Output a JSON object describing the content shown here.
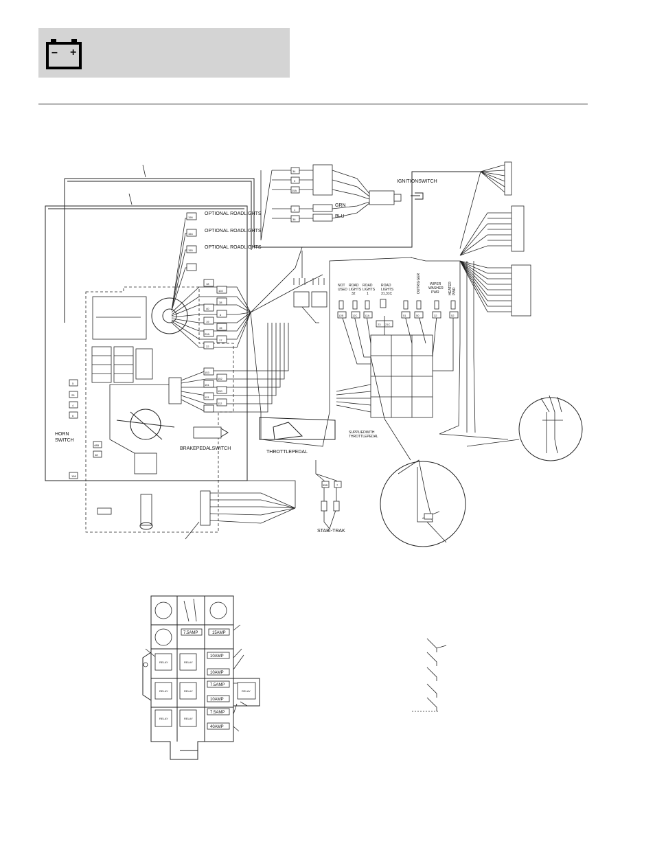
{
  "header": {
    "icon": "battery-icon",
    "battery_minus": "–",
    "battery_plus": "+"
  },
  "diagram": {
    "ignition_switch": "IGNITIONSWITCH",
    "grn": "GRN",
    "blu": "BLU",
    "optional_roadlights_1": "OPTIONAL ROADLIGHTS",
    "optional_roadlights_2": "OPTIONAL ROADLIGHTS",
    "optional_roadlights_3": "OPTIONAL ROADLIGHTS",
    "horn_switch_line1": "HORN",
    "horn_switch_line2": "SWITCH",
    "brake_pedal_switch": "BRAKEPEDALSWITCH",
    "throttle_pedal": "THROTTLEPEDAL",
    "supplied_with_1": "SUPPLIEDWITH",
    "supplied_with_2": "THROTTLEPEDAL",
    "stabi_trak": "STABI-TRAK",
    "not_used_1": "NOT",
    "not_used_2": "USED",
    "road_lights_32_1": "ROAD",
    "road_lights_32_2": "LIGHTS",
    "road_lights_32_3": "32",
    "road_lights_1_1": "ROAD",
    "road_lights_1_2": "LIGHTS",
    "road_lights_1_3": "1",
    "road_lights_31_1": "ROAD",
    "road_lights_31_2": "LIGHTS",
    "road_lights_31_3": "31,31C",
    "outrigger": "OUTRIGGER",
    "wiper_1": "WIPER",
    "wiper_2": "WASHER",
    "wiper_3": "PWR",
    "heater_1": "HEATER",
    "heater_2": "PWR",
    "wire_labels": [
      "156",
      "154",
      "155",
      "18",
      "102",
      "38",
      "40",
      "6",
      "19",
      "15",
      "20A",
      "17",
      "22",
      "153",
      "152",
      "151",
      "150",
      "113",
      "112",
      "34",
      "3",
      "25A",
      "1",
      "36",
      "12B",
      "12C",
      "12A",
      "23",
      "21C",
      "51",
      "50",
      "32",
      "52",
      "48B",
      "48",
      "5",
      "25",
      "4",
      "6",
      "11",
      "158",
      "55B",
      "7"
    ]
  },
  "fuse_panel": {
    "fuses": [
      "7.5AMP",
      "15AMP",
      "10AMP",
      "10AMP",
      "7.5AMP",
      "10AMP",
      "7.5AMP",
      "40AMP"
    ],
    "relays": [
      "RELAY",
      "RELAY",
      "RELAY",
      "RELAY",
      "RELAY",
      "RELAY",
      "RELAY"
    ]
  }
}
